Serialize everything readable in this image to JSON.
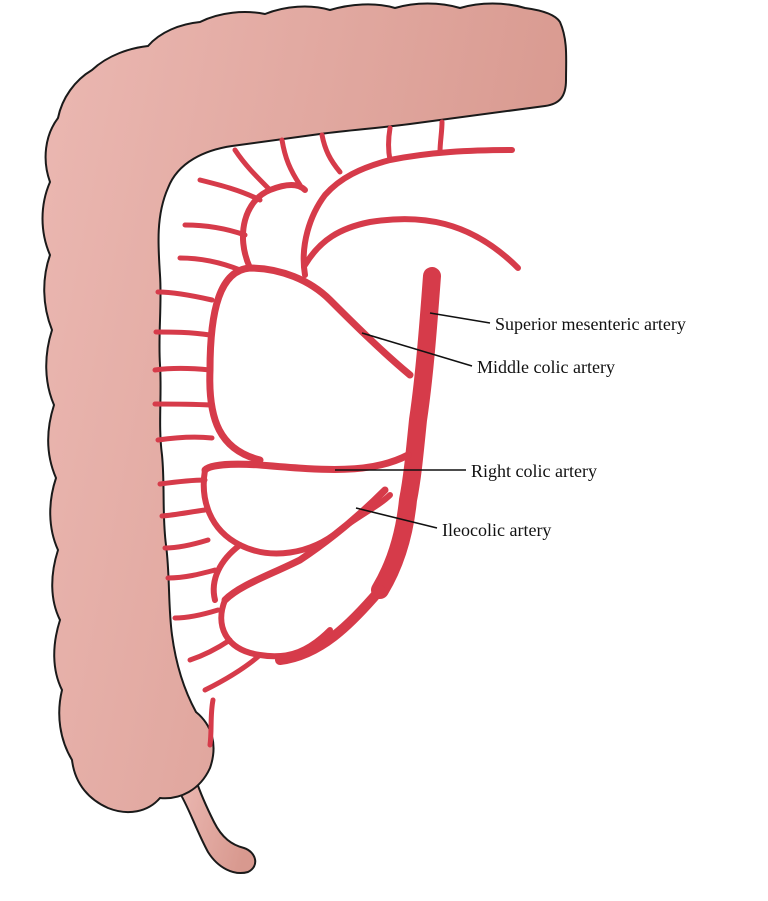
{
  "diagram": {
    "labels": {
      "sma": "Superior mesenteric artery",
      "middle_colic": "Middle colic artery",
      "right_colic": "Right colic artery",
      "ileocolic": "Ileocolic artery"
    }
  },
  "colors": {
    "colon_fill_light": "#e8b3ad",
    "colon_fill_dark": "#d89a92",
    "colon_outline": "#1a1a1a",
    "artery": "#d63b4a",
    "leader_line": "#111111"
  }
}
